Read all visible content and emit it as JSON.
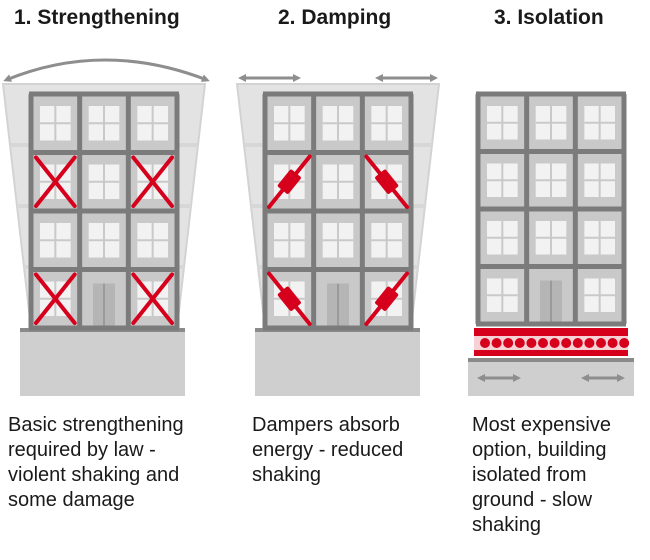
{
  "panels": [
    {
      "id": "strengthening",
      "title": "1. Strengthening",
      "caption_lines": [
        "Basic strengthening",
        "required by law -",
        "violent shaking and",
        "some damage"
      ]
    },
    {
      "id": "damping",
      "title": "2. Damping",
      "caption_lines": [
        "Dampers absorb",
        "energy -  reduced",
        "shaking"
      ]
    },
    {
      "id": "isolation",
      "title": "3. Isolation",
      "caption_lines": [
        "Most expensive",
        "option, building",
        "isolated from",
        "ground - slow",
        "shaking"
      ]
    }
  ],
  "icons": {
    "sway": "curved-double-arrow-icon",
    "move": "double-arrow-icon",
    "brace": "cross-brace-icon",
    "damper": "diagonal-damper-icon",
    "bearings": "base-bearing-icon"
  },
  "colors": {
    "frame": "#7b7b7b",
    "wall": "#c9c9c9",
    "window": "#f2f2f2",
    "ghost": "#e3e3e3",
    "foundation": "#cfcfcf",
    "accent": "#d6001c",
    "arrow": "#8e8e8e"
  }
}
